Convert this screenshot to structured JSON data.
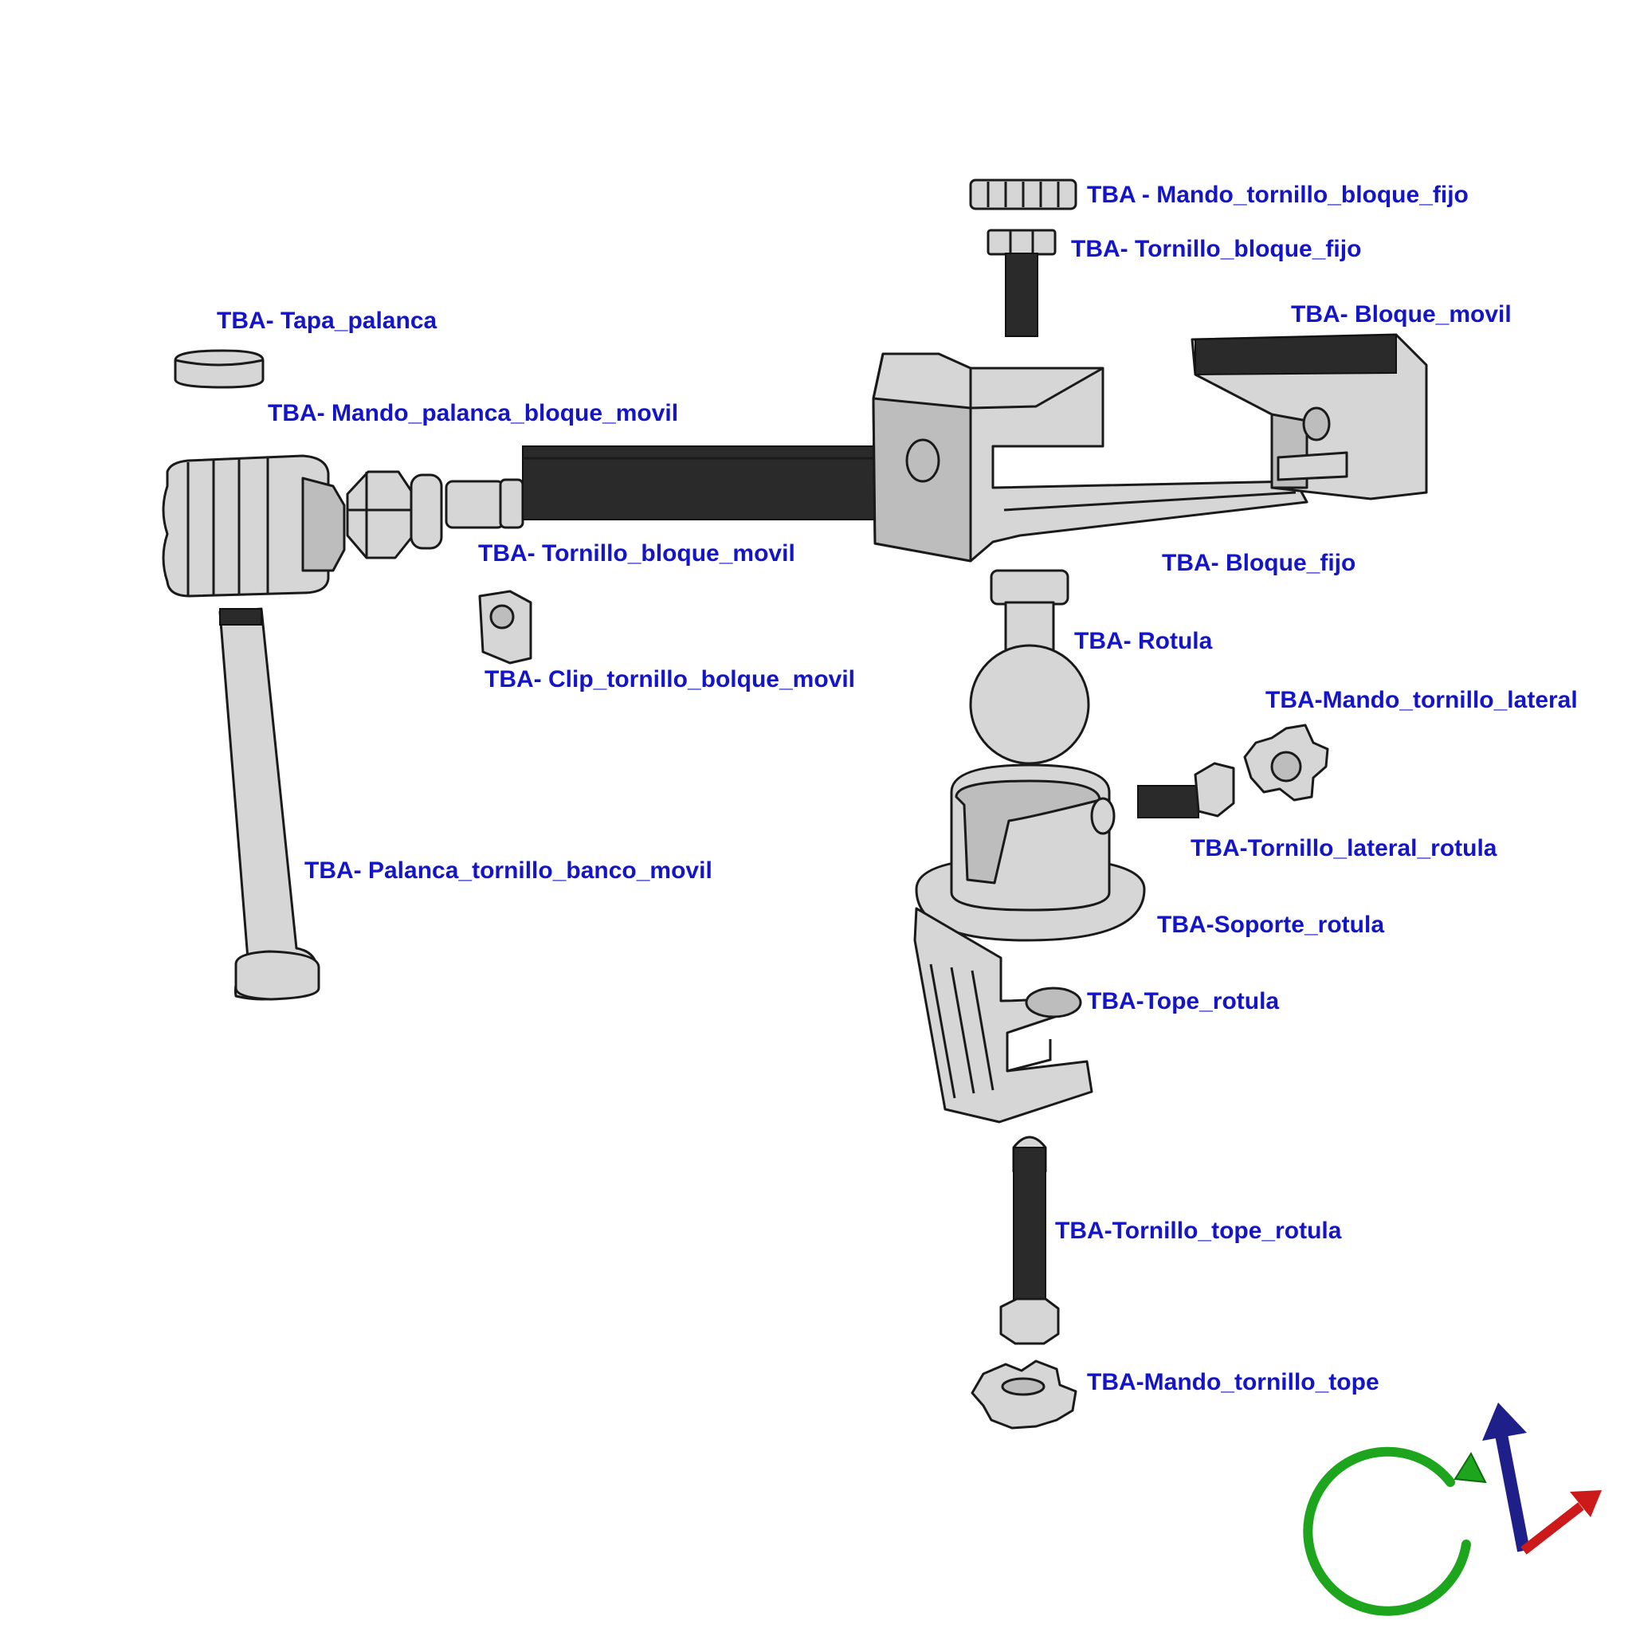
{
  "labels": {
    "mando_tornillo_bloque_fijo": "TBA - Mando_tornillo_bloque_fijo",
    "tornillo_bloque_fijo": "TBA- Tornillo_bloque_fijo",
    "bloque_movil": "TBA- Bloque_movil",
    "tapa_palanca": "TBA- Tapa_palanca",
    "mando_palanca_bloque_movil": "TBA- Mando_palanca_bloque_movil",
    "tornillo_bloque_movil": "TBA- Tornillo_bloque_movil",
    "bloque_fijo": "TBA- Bloque_fijo",
    "rotula": "TBA- Rotula",
    "clip_tornillo_bolque_movil": "TBA- Clip_tornillo_bolque_movil",
    "mando_tornillo_lateral": "TBA-Mando_tornillo_lateral",
    "tornillo_lateral_rotula": "TBA-Tornillo_lateral_rotula",
    "palanca_tornillo_banco_movil": "TBA- Palanca_tornillo_banco_movil",
    "soporte_rotula": "TBA-Soporte_rotula",
    "tope_rotula": "TBA-Tope_rotula",
    "tornillo_tope_rotula": "TBA-Tornillo_tope_rotula",
    "mando_tornillo_tope": "TBA-Mando_tornillo_tope"
  },
  "colors": {
    "label_text": "#1414c8",
    "part_fill": "#d6d6d6",
    "part_outline": "#1a1a1a",
    "axis_x": "#cc1a1a",
    "axis_y": "#1f1f8a",
    "axis_z": "#1ea51e"
  },
  "icons": {
    "triad": "coordinate-triad-icon"
  }
}
